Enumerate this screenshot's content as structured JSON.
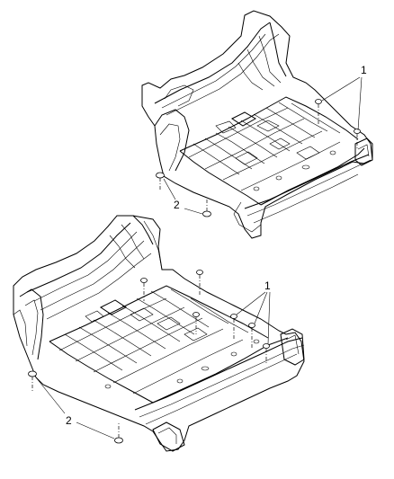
{
  "diagram": {
    "callouts": {
      "top_plugs": "1",
      "top_floor_plugs": "2",
      "bottom_plugs": "1",
      "bottom_floor_plugs": "2"
    },
    "parts": [
      {
        "callout": "1",
        "icon": "oval-plug-icon"
      },
      {
        "callout": "2",
        "icon": "round-plug-icon"
      }
    ]
  }
}
